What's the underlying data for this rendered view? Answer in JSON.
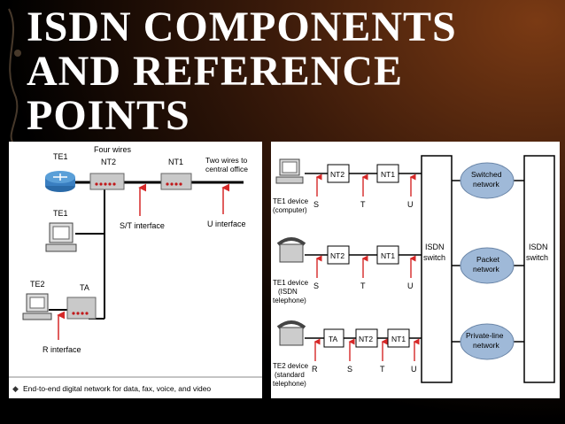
{
  "slide": {
    "title_lines": [
      "ISDN COMPONENTS",
      "AND REFERENCE",
      "POINTS"
    ]
  },
  "left_diagram": {
    "label_four_wires": "Four wires",
    "label_two_wires_1": "Two wires to",
    "label_two_wires_2": "central office",
    "te1_top": "TE1",
    "nt2": "NT2",
    "nt1": "NT1",
    "te1_second": "TE1",
    "te2": "TE2",
    "ta": "TA",
    "st_interface": "S/T interface",
    "u_interface": "U interface",
    "r_interface": "R interface",
    "caption": "End-to-end digital network for data, fax, voice, and video"
  },
  "right_diagram": {
    "row1": {
      "device_1": "TE1 device",
      "device_2": "(computer)",
      "box_a": "NT2",
      "box_b": "NT1",
      "p1": "S",
      "p2": "T",
      "p3": "U"
    },
    "row2": {
      "device_1": "TE1 device",
      "device_2": "(ISDN",
      "device_3": "telephone)",
      "box_a": "NT2",
      "box_b": "NT1",
      "p1": "S",
      "p2": "T",
      "p3": "U"
    },
    "row3": {
      "device_1": "TE2 device",
      "device_2": "(standard",
      "device_3": "telephone)",
      "box_a": "TA",
      "box_b": "NT2",
      "box_c": "NT1",
      "p1": "R",
      "p2": "S",
      "p3": "T",
      "p4": "U"
    },
    "isdn_switch_left_1": "ISDN",
    "isdn_switch_left_2": "switch",
    "isdn_switch_right_1": "ISDN",
    "isdn_switch_right_2": "switch",
    "cloud1_1": "Switched",
    "cloud1_2": "network",
    "cloud2_1": "Packet",
    "cloud2_2": "network",
    "cloud3_1": "Private-line",
    "cloud3_2": "network"
  },
  "colors": {
    "arrow_red": "#d62828",
    "device_box": "#c9c9c9",
    "led": "#c0181a",
    "cloud": "#9fb9d8",
    "router": "#3a7fc1"
  }
}
